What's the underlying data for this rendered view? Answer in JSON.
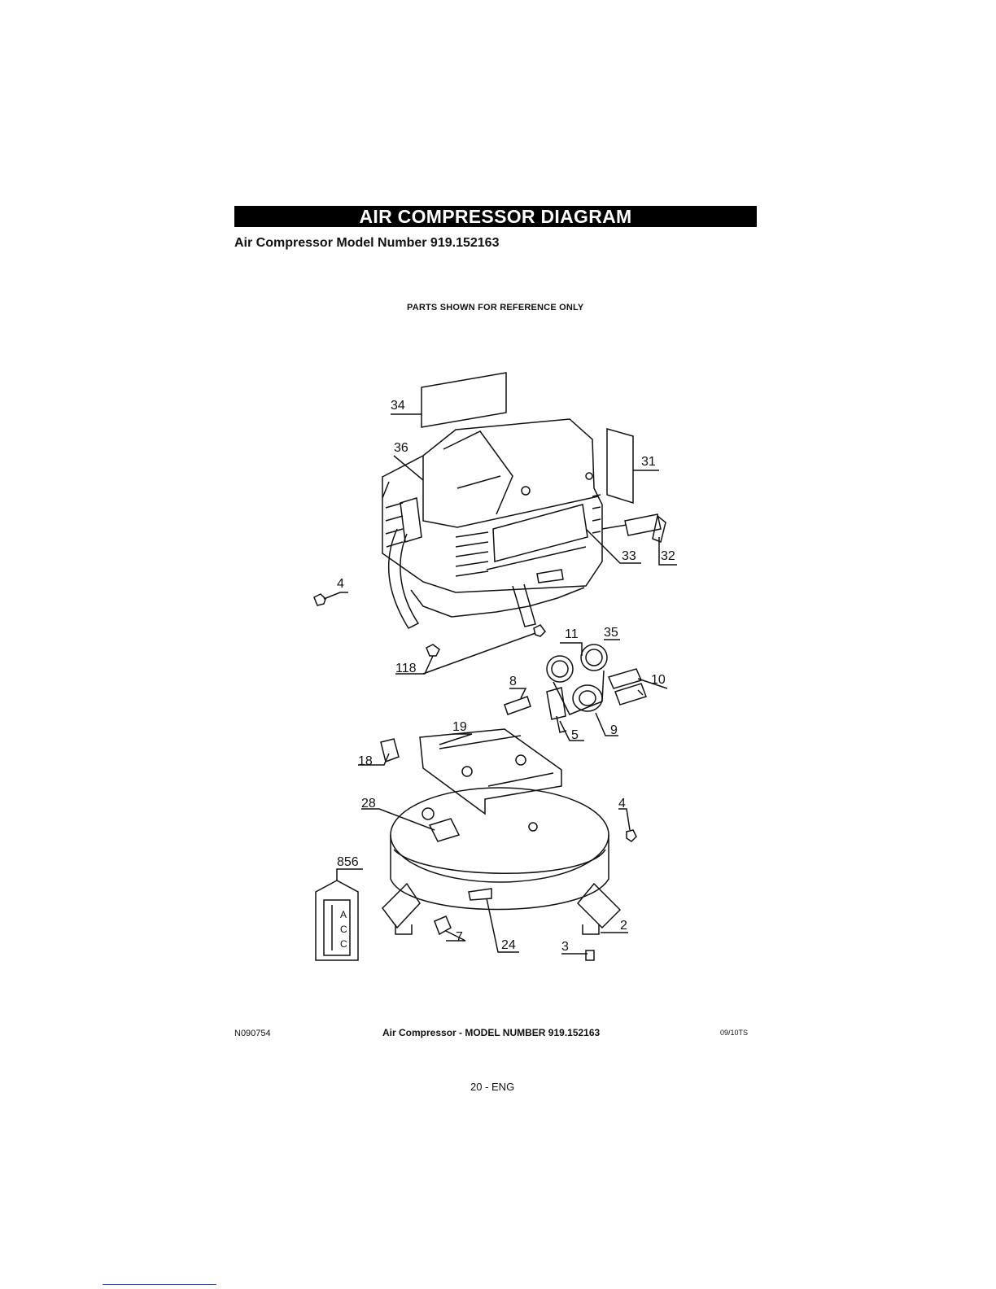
{
  "header": {
    "title": "AIR COMPRESSOR DIAGRAM",
    "subtitle": "Air Compressor Model Number 919.152163"
  },
  "diagram": {
    "note": "PARTS SHOWN FOR REFERENCE ONLY",
    "callouts": {
      "c34": "34",
      "c36": "36",
      "c31": "31",
      "c33": "33",
      "c32": "32",
      "c4a": "4",
      "c11": "11",
      "c35": "35",
      "c118": "118",
      "c8": "8",
      "c10": "10",
      "c19": "19",
      "c5": "5",
      "c9": "9",
      "c18": "18",
      "c28": "28",
      "c4b": "4",
      "c856": "856",
      "c7": "7",
      "c24": "24",
      "c3": "3",
      "c2": "2"
    },
    "label_856_text": [
      "A",
      "C",
      "C"
    ]
  },
  "footer": {
    "code": "N090754",
    "center": "Air Compressor - MODEL NUMBER 919.152163",
    "date": "09/10TS",
    "page": "20 - ENG"
  }
}
